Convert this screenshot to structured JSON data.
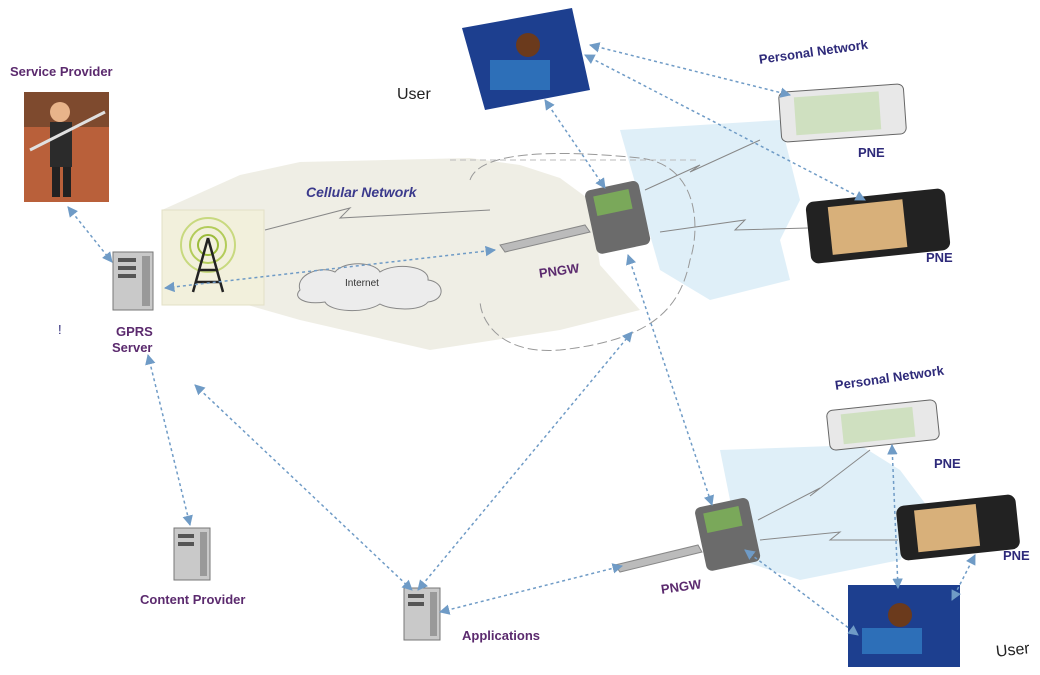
{
  "labels": {
    "service_provider": "Service Provider",
    "gprs_server": "GPRS",
    "gprs_server_2": "Server",
    "user_top": "User",
    "user_bottom": "User",
    "personal_network_top": "Personal Network",
    "personal_network_bottom": "Personal Network",
    "pne_1": "PNE",
    "pne_2": "PNE",
    "pne_3": "PNE",
    "pne_4": "PNE",
    "cellular_network": "Cellular Network",
    "internet": "Internet",
    "pngw_top": "PNGW",
    "pngw_bottom": "PNGW",
    "content_provider": "Content Provider",
    "applications": "Applications",
    "stray_mark": "!"
  },
  "colors": {
    "arrow": "#6f9bc6",
    "label_purple": "#5b2a6e",
    "label_navy": "#2e2a7a",
    "cell_zone": "#e8e8dc",
    "pn_zone": "#dcedf7"
  }
}
